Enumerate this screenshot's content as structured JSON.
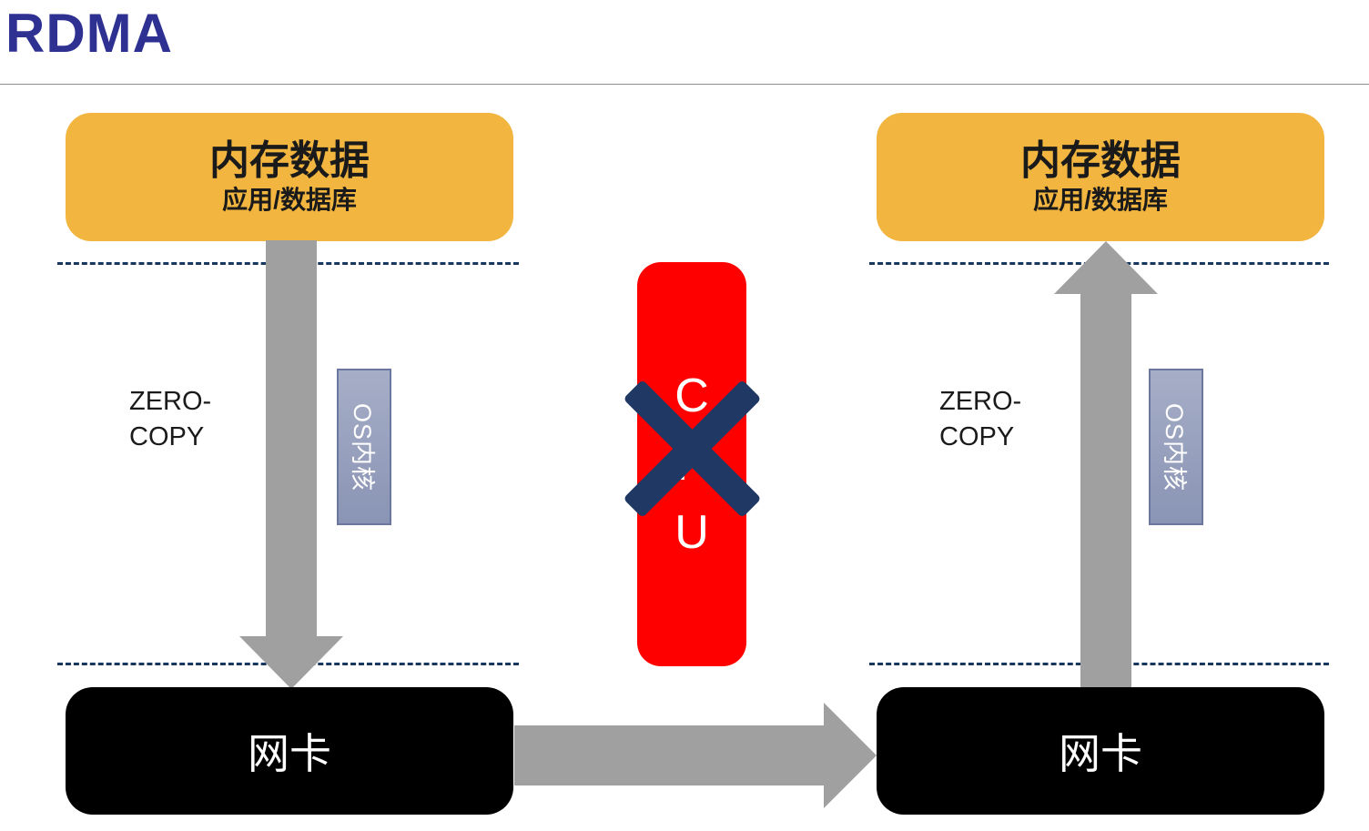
{
  "title": "RDMA",
  "left": {
    "memory": {
      "title": "内存数据",
      "subtitle": "应用/数据库"
    },
    "zero_copy": "ZERO-COPY",
    "os_kernel": "OS内核",
    "nic": "网卡"
  },
  "right": {
    "memory": {
      "title": "内存数据",
      "subtitle": "应用/数据库"
    },
    "zero_copy": "ZERO-COPY",
    "os_kernel": "OS内核",
    "nic": "网卡"
  },
  "cpu": {
    "letters": [
      "C",
      "P",
      "U"
    ]
  },
  "colors": {
    "title_text": "#2e3192",
    "memory_box": "#f2b540",
    "nic_box": "#000000",
    "cpu_box": "#ff0000",
    "cross": "#1f3864",
    "arrow": "#a0a0a0",
    "os_kernel_box": "#8a94b4",
    "dashed_line": "#17375e"
  }
}
